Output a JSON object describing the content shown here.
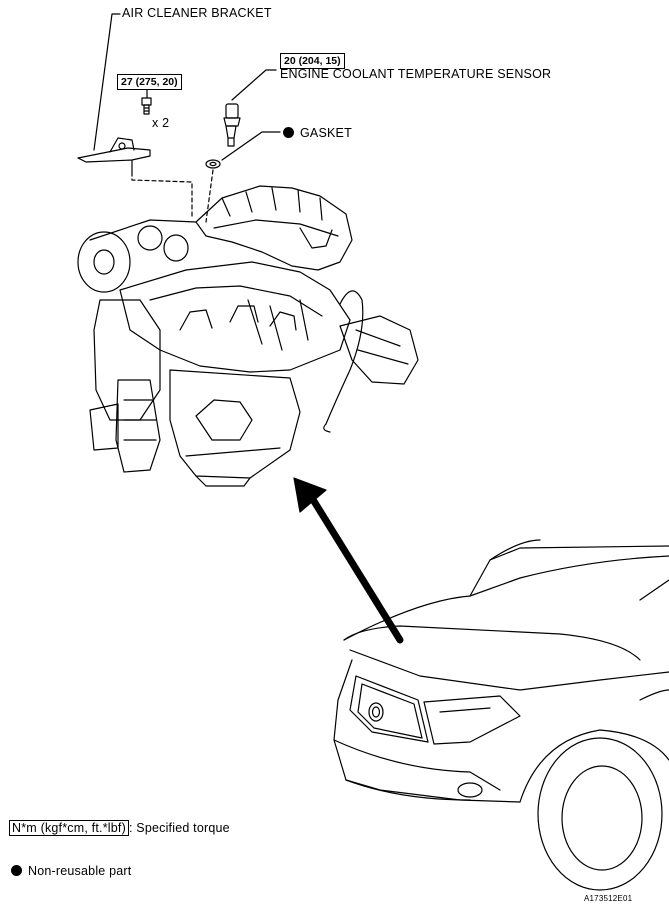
{
  "callouts": {
    "air_cleaner_bracket": "AIR CLEANER BRACKET",
    "bolt_torque": "27 (275, 20)",
    "bolt_qty": "x 2",
    "sensor_torque": "20 (204, 15)",
    "sensor_name": "ENGINE COOLANT TEMPERATURE SENSOR",
    "gasket": "GASKET"
  },
  "legend": {
    "torque_unit": "N*m (kgf*cm, ft.*lbf)",
    "torque_desc": ": Specified torque",
    "non_reusable": "Non-reusable part"
  },
  "figure_id": "A173512E01"
}
